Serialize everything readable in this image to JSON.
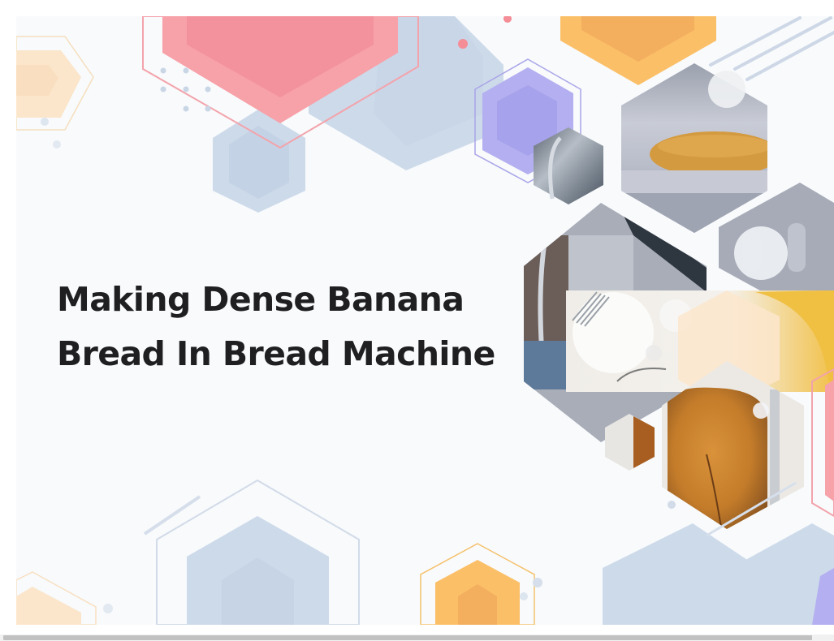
{
  "hero": {
    "title_line_1": "Making Dense Banana",
    "title_line_2": "Bread In Bread Machine",
    "colors": {
      "background": "#f8fafc",
      "title": "#1f1f22",
      "pink": "#f7a1a8",
      "pink_dark": "#f3929c",
      "blue_gray": "#cddaea",
      "orange": "#fbbf68",
      "orange_dark": "#f3ae5e",
      "peach": "#fbe6cc",
      "lavender": "#b4aff0",
      "lavender_dark": "#a6a2eb"
    },
    "photos": [
      {
        "subject": "bread-pan-with-loaf"
      },
      {
        "subject": "bread-machine-handle"
      },
      {
        "subject": "bread-machine-interior"
      },
      {
        "subject": "bread-machine-lid"
      },
      {
        "subject": "fork-plate-and-bananas"
      },
      {
        "subject": "baked-banana-bread-loaf"
      },
      {
        "subject": "bread-loaf-edge"
      }
    ]
  },
  "scrollbar": {
    "orientation": "horizontal"
  }
}
